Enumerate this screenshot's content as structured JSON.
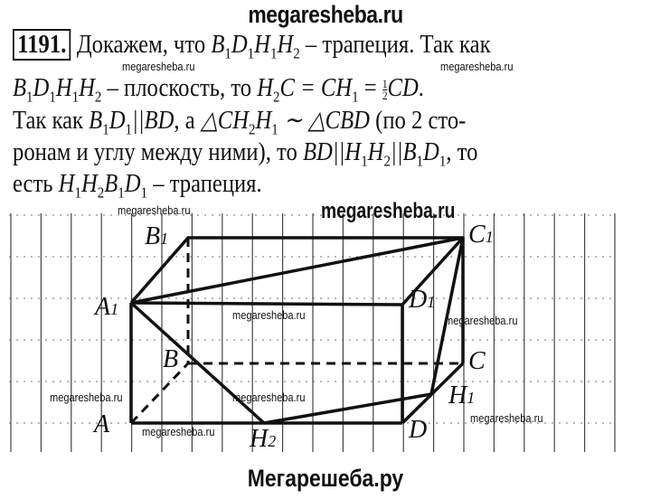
{
  "watermark_top": "megaresheba.ru",
  "watermark_bottom": "Мегарешеба.ру",
  "watermark_small": "megaresheba.ru",
  "problem_number": "1191.",
  "lines": [
    {
      "a": "Докажем, что ",
      "b": "B",
      "b1": "1",
      "c": "D",
      "c1": "1",
      "d": "H",
      "d1": "1",
      "e": "H",
      "e1": "2",
      "f": " – трапеция. Так как"
    },
    {
      "a": "B",
      "a1": "1",
      "b": "D",
      "b1": "1",
      "c": "H",
      "c1": "1",
      "d": "H",
      "d1": "2",
      "e": " – плоскость, то ",
      "f": "H",
      "f1": "2",
      "g": "C = CH",
      "g1": "1",
      "h": " = ",
      "frac_n": "1",
      "frac_d": "2",
      "i": "CD",
      "j": "."
    },
    {
      "a": "Так как ",
      "b": "B",
      "b1": "1",
      "c": "D",
      "c1": "1",
      "d": "||BD",
      "e": ", а ",
      "f": "△CH",
      "f1": "2",
      "g": "H",
      "g1": "1",
      "h": " ∼ △CBD",
      "i": " (по 2 сто-"
    },
    {
      "a": "ронам и углу между ними), то ",
      "b": "BD||H",
      "b1": "1",
      "c": "H",
      "c1": "2",
      "d": "||B",
      "d1": "1",
      "e": "D",
      "e1": "1",
      "f": ", то"
    },
    {
      "a": "есть ",
      "b": "H",
      "b1": "1",
      "c": "H",
      "c1": "2",
      "d": "B",
      "d1": "1",
      "e": "D",
      "e1": "1",
      "f": " – трапеция."
    }
  ],
  "figure_labels": {
    "A1": "A1",
    "B1": "B1",
    "C1": "C1",
    "D1": "D1",
    "A": "A",
    "B": "B",
    "C": "C",
    "D": "D",
    "H1": "H1",
    "H2": "H2"
  }
}
